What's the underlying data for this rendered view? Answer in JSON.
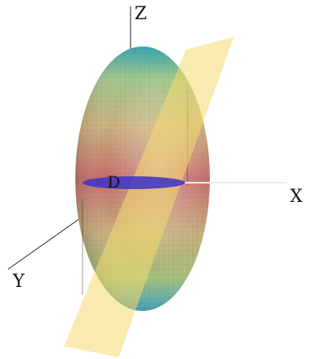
{
  "axes": {
    "z_label": "Z",
    "x_label": "X",
    "y_label": "Y"
  },
  "center_label": "D",
  "colors": {
    "ellipsoid_pole": "#2fa3b0",
    "ellipsoid_upper": "#c9c27a",
    "ellipsoid_band": "#c56a6a",
    "ellipsoid_lower": "#9fbf7a",
    "plane_fill": "#f4da6e",
    "disc_fill": "#3b33c8",
    "axis_line": "#222222"
  }
}
